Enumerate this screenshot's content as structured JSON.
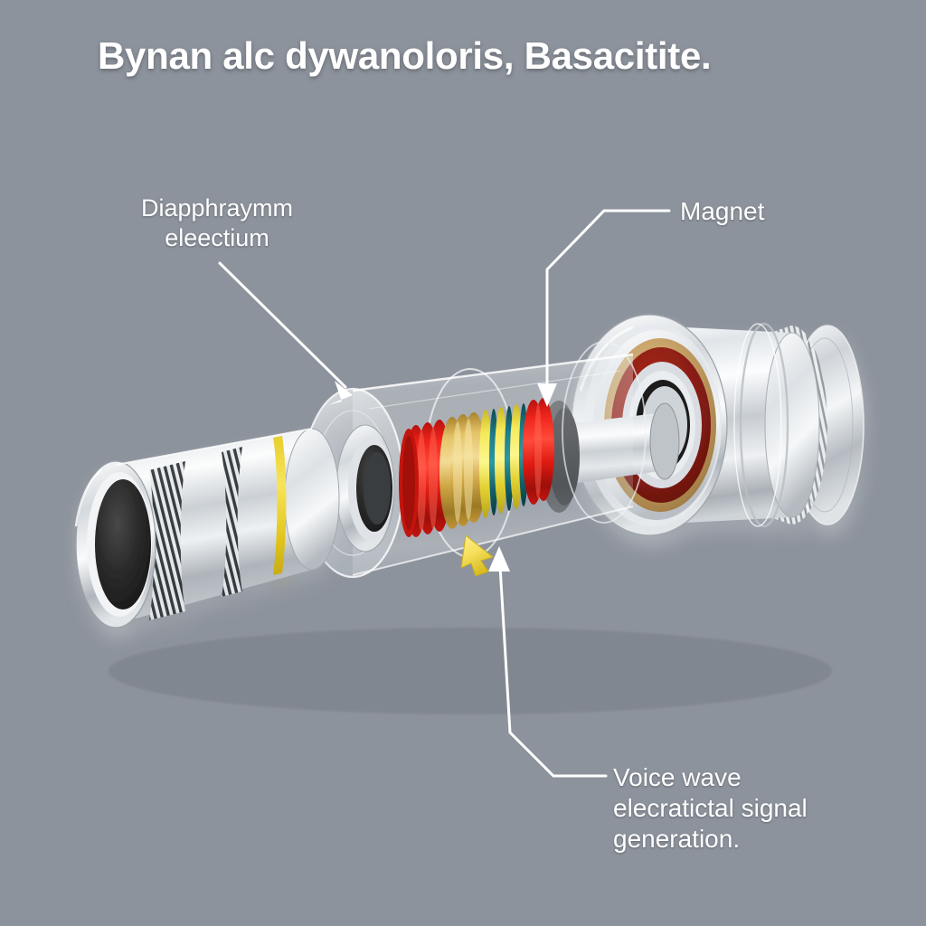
{
  "meta": {
    "background_color": "#8d939c",
    "text_color": "#ffffff"
  },
  "title": "Bynan alc dywanoloris, Basacitite.",
  "labels": {
    "diaphragm": {
      "line1": "Diapphraymm",
      "line2": "eleectium",
      "text": "Diapphraymm\neleectium"
    },
    "magnet": {
      "text": "Magnet"
    },
    "voice_wave": {
      "line1": "Voice wave",
      "line2": "elecratictal signal",
      "line3": "generation.",
      "text": "Voice wave\nelecratictal signal\ngeneration."
    }
  },
  "diagram": {
    "kind": "exploded-cutaway-illustration",
    "subject": "dynamic microphone capsule",
    "components": [
      {
        "name": "grille-barrel",
        "description": "ribbed metal barrel with dark open aperture and yellow band",
        "colors": [
          "#cfd3d6",
          "#2a2a2a",
          "#f2d23c"
        ]
      },
      {
        "name": "transparent-housing",
        "description": "clear cylindrical body shell",
        "colors": [
          "#e8ecef"
        ]
      },
      {
        "name": "voice-coil",
        "description": "wound coil: red windings, brass windings, yellow and teal striped windings",
        "colors": [
          "#e01a14",
          "#d4a73c",
          "#f0e04a",
          "#186d78"
        ]
      },
      {
        "name": "magnet-assembly",
        "description": "concentric rings - tan pole piece, dark red magnet, black inner bore",
        "colors": [
          "#c9a46a",
          "#8e1f16",
          "#1c1c1c"
        ]
      },
      {
        "name": "knurled-end-ring",
        "description": "serrated metal ring at right extremity",
        "colors": [
          "#d7dadd"
        ]
      }
    ],
    "callouts": [
      {
        "id": "diaphragm",
        "points_to": "housing-front-rim",
        "arrow": "down-right"
      },
      {
        "id": "magnet",
        "points_to": "magnet-ring-top",
        "arrow": "down"
      },
      {
        "id": "voice_wave",
        "points_to": "coil-underside",
        "arrow": "up"
      }
    ],
    "accent_arrow": {
      "name": "signal-flow-arrow",
      "color": "#f5df5c",
      "direction": "up-left into coil"
    }
  }
}
